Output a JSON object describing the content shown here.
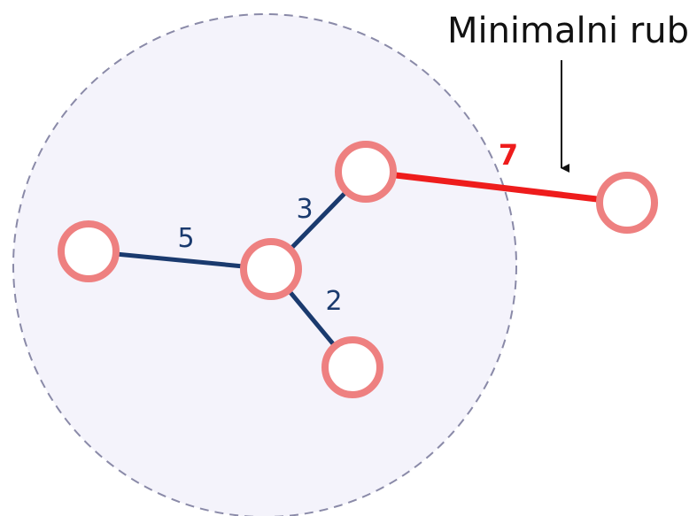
{
  "annotation": {
    "text": "Minimalni rub"
  },
  "edges": [
    {
      "id": "a-center",
      "label": "5",
      "highlighted": false
    },
    {
      "id": "center-top",
      "label": "3",
      "highlighted": false
    },
    {
      "id": "center-bottom",
      "label": "2",
      "highlighted": false
    },
    {
      "id": "top-right",
      "label": "7",
      "highlighted": true
    }
  ],
  "colors": {
    "edge": "#1a3a6e",
    "highlight": "#ee1c1c",
    "node_stroke": "#ee8080",
    "region_fill": "#f4f3fb",
    "region_stroke": "#8a8aa8",
    "text": "#111111"
  }
}
